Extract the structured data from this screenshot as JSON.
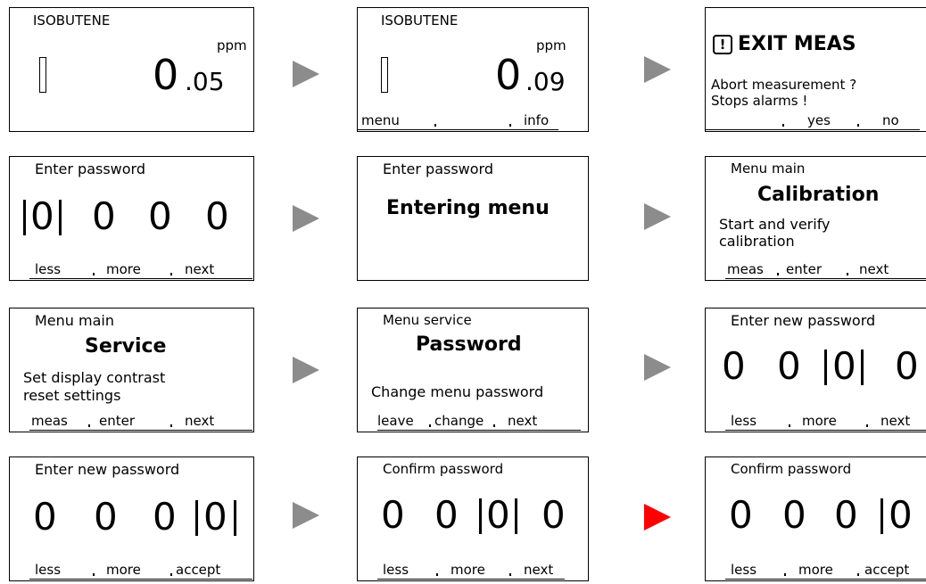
{
  "screens": {
    "s1": {
      "title": "ISOBUTENE",
      "unit": "ppm",
      "int": "0",
      "dec": ".05"
    },
    "s2": {
      "title": "ISOBUTENE",
      "unit": "ppm",
      "int": "0",
      "dec": ".09",
      "keys": [
        "menu",
        "",
        "info"
      ]
    },
    "s3": {
      "icon": "!",
      "title": "EXIT MEAS",
      "line1": "Abort measurement ?",
      "line2": "Stops alarms !",
      "keys": [
        "",
        "yes",
        "no"
      ]
    },
    "s4": {
      "title": "Enter password",
      "digits": [
        "0",
        "0",
        "0",
        "0"
      ],
      "keys": [
        "less",
        "more",
        "next"
      ]
    },
    "s5": {
      "title": "Enter password",
      "heading": "Entering menu"
    },
    "s6": {
      "title": "Menu main",
      "heading": "Calibration",
      "line1": "Start and verify",
      "line2": "calibration",
      "keys": [
        "meas",
        "enter",
        "next"
      ]
    },
    "s7": {
      "title": "Menu main",
      "heading": "Service",
      "line1": "Set display contrast",
      "line2": "reset settings",
      "keys": [
        "meas",
        "enter",
        "next"
      ]
    },
    "s8": {
      "title": "Menu service",
      "heading": "Password",
      "line1": "Change menu password",
      "keys": [
        "leave",
        "change",
        "next"
      ]
    },
    "s9": {
      "title": "Enter new password",
      "digits": [
        "0",
        "0",
        "0",
        "0"
      ],
      "keys": [
        "less",
        "more",
        "next"
      ]
    },
    "s10": {
      "title": "Enter new password",
      "digits": [
        "0",
        "0",
        "0",
        "0"
      ],
      "keys": [
        "less",
        "more",
        "accept"
      ]
    },
    "s11": {
      "title": "Confirm password",
      "digits": [
        "0",
        "0",
        "0",
        "0"
      ],
      "keys": [
        "less",
        "more",
        "next"
      ]
    },
    "s12": {
      "title": "Confirm password",
      "digits": [
        "0",
        "0",
        "0",
        "0"
      ],
      "keys": [
        "less",
        "more",
        "accept"
      ]
    }
  },
  "colors": {
    "arrow": "#8c8c8c",
    "active_arrow": "#ff0000"
  }
}
